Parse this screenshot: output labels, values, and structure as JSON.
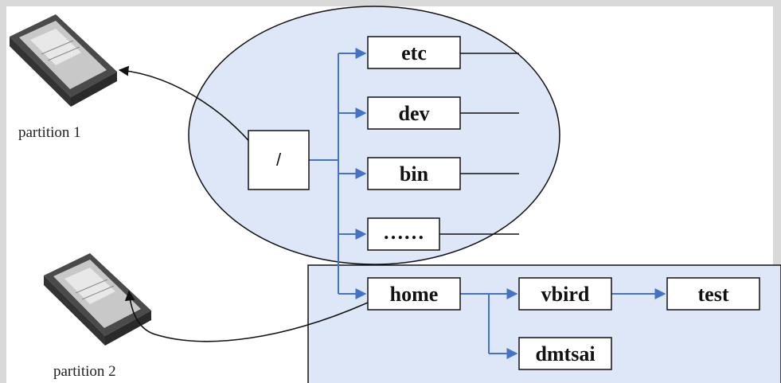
{
  "colors": {
    "page_bg": "#d9d9d9",
    "canvas_bg": "#ffffff",
    "region_fill": "#dde7f7",
    "blue_connector": "#4472c4",
    "black_connector": "#111111"
  },
  "partitions": [
    {
      "label": "partition 1",
      "icon": "hard-disk-icon"
    },
    {
      "label": "partition 2",
      "icon": "hard-disk-icon"
    }
  ],
  "root": {
    "label": "/"
  },
  "root_children": [
    {
      "id": "etc",
      "label": "etc"
    },
    {
      "id": "dev",
      "label": "dev"
    },
    {
      "id": "bin",
      "label": "bin"
    },
    {
      "id": "more",
      "label": "……"
    },
    {
      "id": "home",
      "label": "home"
    }
  ],
  "home_children": [
    {
      "id": "vbird",
      "label": "vbird"
    },
    {
      "id": "dmtsai",
      "label": "dmtsai"
    }
  ],
  "vbird_children": [
    {
      "id": "test",
      "label": "test"
    }
  ]
}
